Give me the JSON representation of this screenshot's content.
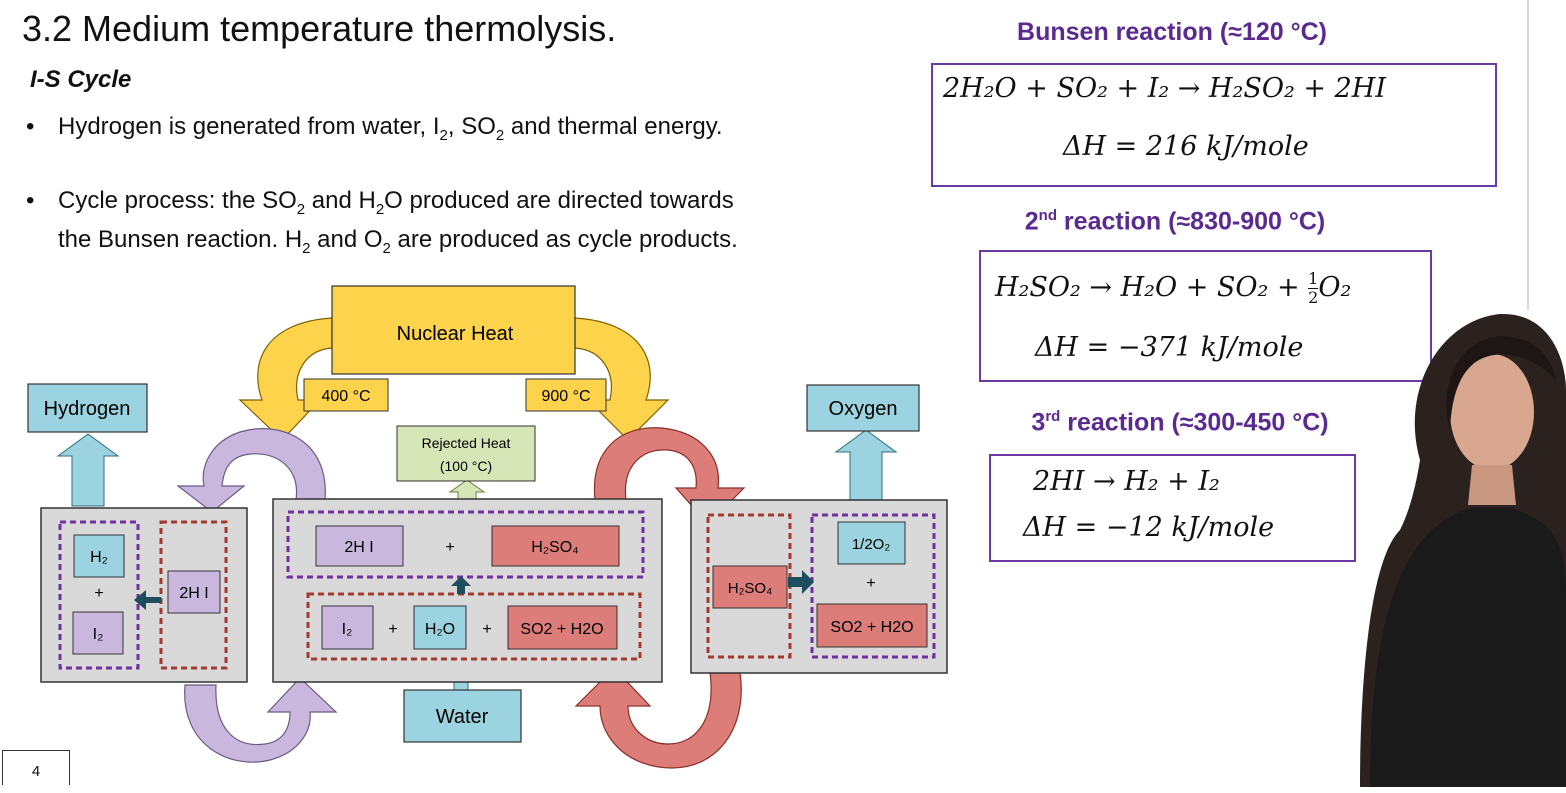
{
  "slide": {
    "title": "3.2 Medium temperature thermolysis.",
    "subtitle": "I-S Cycle",
    "page_number": "4"
  },
  "bullets": {
    "b1": {
      "pre": "Hydrogen is generated from water, I",
      "sub1": "2",
      "mid": ", SO",
      "sub2": "2",
      "post": " and thermal energy."
    },
    "b2_line1": {
      "pre": "Cycle process: the SO",
      "sub1": "2",
      "mid": " and H",
      "sub2": "2",
      "post": "O produced are directed towards"
    },
    "b2_line2": {
      "pre": "the Bunsen reaction. H",
      "sub1": "2",
      "mid": " and O",
      "sub2": "2",
      "post": " are produced as cycle products."
    }
  },
  "reactions": {
    "r1": {
      "title": "Bunsen reaction (≈120 °C)",
      "equation": "2H₂O + SO₂ +  I₂  →  H₂SO₂ + 2HI",
      "enthalpy": "ΔH = 216 kJ/mole"
    },
    "r2": {
      "title_sup": "nd",
      "title_num": "2",
      "title_rest": " reaction (≈830-900 °C)",
      "equation_left": "H₂SO₂  → H₂O + SO₂ + ",
      "frac_num": "1",
      "frac_den": "2",
      "equation_right": "O₂",
      "enthalpy": "ΔH = −371 kJ/mole"
    },
    "r3": {
      "title_sup": "rd",
      "title_num": "3",
      "title_rest": " reaction (≈300-450 °C)",
      "equation": "2HI → H₂ + I₂",
      "enthalpy": "ΔH = −12 kJ/mole"
    }
  },
  "diagram": {
    "nuclear_heat": "Nuclear Heat",
    "temp_left": "400 °C",
    "temp_right": "900 °C",
    "hydrogen": "Hydrogen",
    "oxygen": "Oxygen",
    "rejected_heat_1": "Rejected Heat",
    "rejected_heat_2": "(100 °C)",
    "water": "Water",
    "left": {
      "h2": "H₂",
      "plus": "+",
      "i2": "I₂",
      "hi": "2H I"
    },
    "middle": {
      "hi": "2H I",
      "plus1": "+",
      "h2so4": "H₂SO₄",
      "i2": "I₂",
      "plus2": "+",
      "h2o": "H₂O",
      "plus3": "+",
      "so2h2o": "SO2 + H2O"
    },
    "right": {
      "h2so4": "H₂SO₄",
      "half_o2": "1/2O₂",
      "plus": "+",
      "so2h2o": "SO2 + H2O"
    },
    "colors": {
      "yellow": "#fdd34b",
      "purple": "#c9b7dd",
      "red": "#dc7d79",
      "blue": "#9bd3e0",
      "green": "#d7e6b7",
      "gray": "#d9d9d9",
      "dash_purple": "#7030a0",
      "dash_red": "#a33a30",
      "dark_arrow": "#1c4e5e"
    }
  },
  "icons": {
    "bullet": "•",
    "presenter": "presenter-video"
  }
}
